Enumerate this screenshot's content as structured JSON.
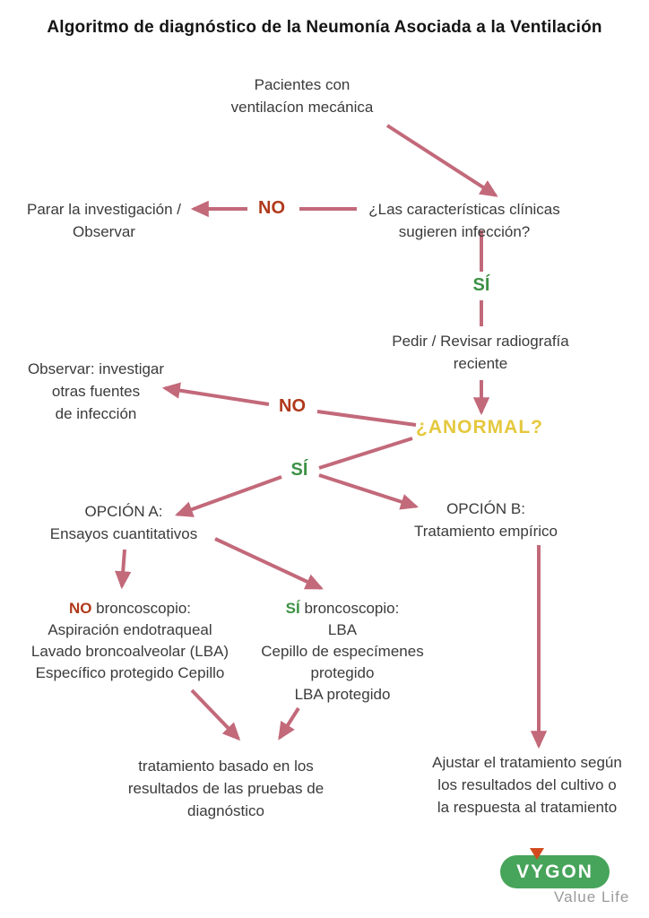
{
  "title": "Algoritmo de diagnóstico de la Neumonía Asociada a la Ventilación",
  "colors": {
    "arrow": "#c2697a",
    "no": "#b0391b",
    "si": "#3d9145",
    "anormal": "#e5c83e",
    "text": "#3b3b3b",
    "logo_green": "#47a45b",
    "logo_orange": "#d24a1e",
    "tagline_gray": "#9a9a9a"
  },
  "nodes": {
    "start": {
      "lines": [
        "Pacientes con",
        "ventilacíon mecánica"
      ]
    },
    "stop_observe": {
      "lines": [
        "Parar la investigación /",
        "Observar"
      ]
    },
    "question_clinical": {
      "lines": [
        "¿Las características clínicas",
        "sugieren infección?"
      ]
    },
    "xray": {
      "lines": [
        "Pedir / Revisar radiografía",
        "reciente"
      ]
    },
    "observe_other": {
      "lines": [
        "Observar: investigar",
        "otras fuentes",
        "de infección"
      ]
    },
    "option_a": {
      "lines": [
        "OPCIÓN A:",
        "Ensayos cuantitativos"
      ]
    },
    "option_b": {
      "lines": [
        "OPCIÓN B:",
        "Tratamiento empírico"
      ]
    },
    "no_bronchoscope": {
      "keyword": "NO",
      "heading_rest": " broncoscopio:",
      "lines": [
        "Aspiración endotraqueal",
        "Lavado broncoalveolar (LBA)",
        "Específico protegido Cepillo"
      ]
    },
    "si_bronchoscope": {
      "keyword": "SÍ",
      "heading_rest": " broncoscopio:",
      "lines": [
        "LBA",
        "Cepillo de especímenes",
        "protegido",
        "LBA protegido"
      ]
    },
    "treatment_results": {
      "lines": [
        "tratamiento basado en los",
        "resultados de las pruebas de",
        "diagnóstico"
      ]
    },
    "adjust_treatment": {
      "lines": [
        "Ajustar el tratamiento según",
        "los resultados del cultivo o",
        "la respuesta al tratamiento"
      ]
    }
  },
  "branch_labels": {
    "no_clinical": "NO",
    "si_clinical": "SÍ",
    "anormal": "¿ANORMAL?",
    "no_anormal": "NO",
    "si_anormal": "SÍ"
  },
  "logo": {
    "brand": "VYGON",
    "tagline": "Value Life"
  }
}
